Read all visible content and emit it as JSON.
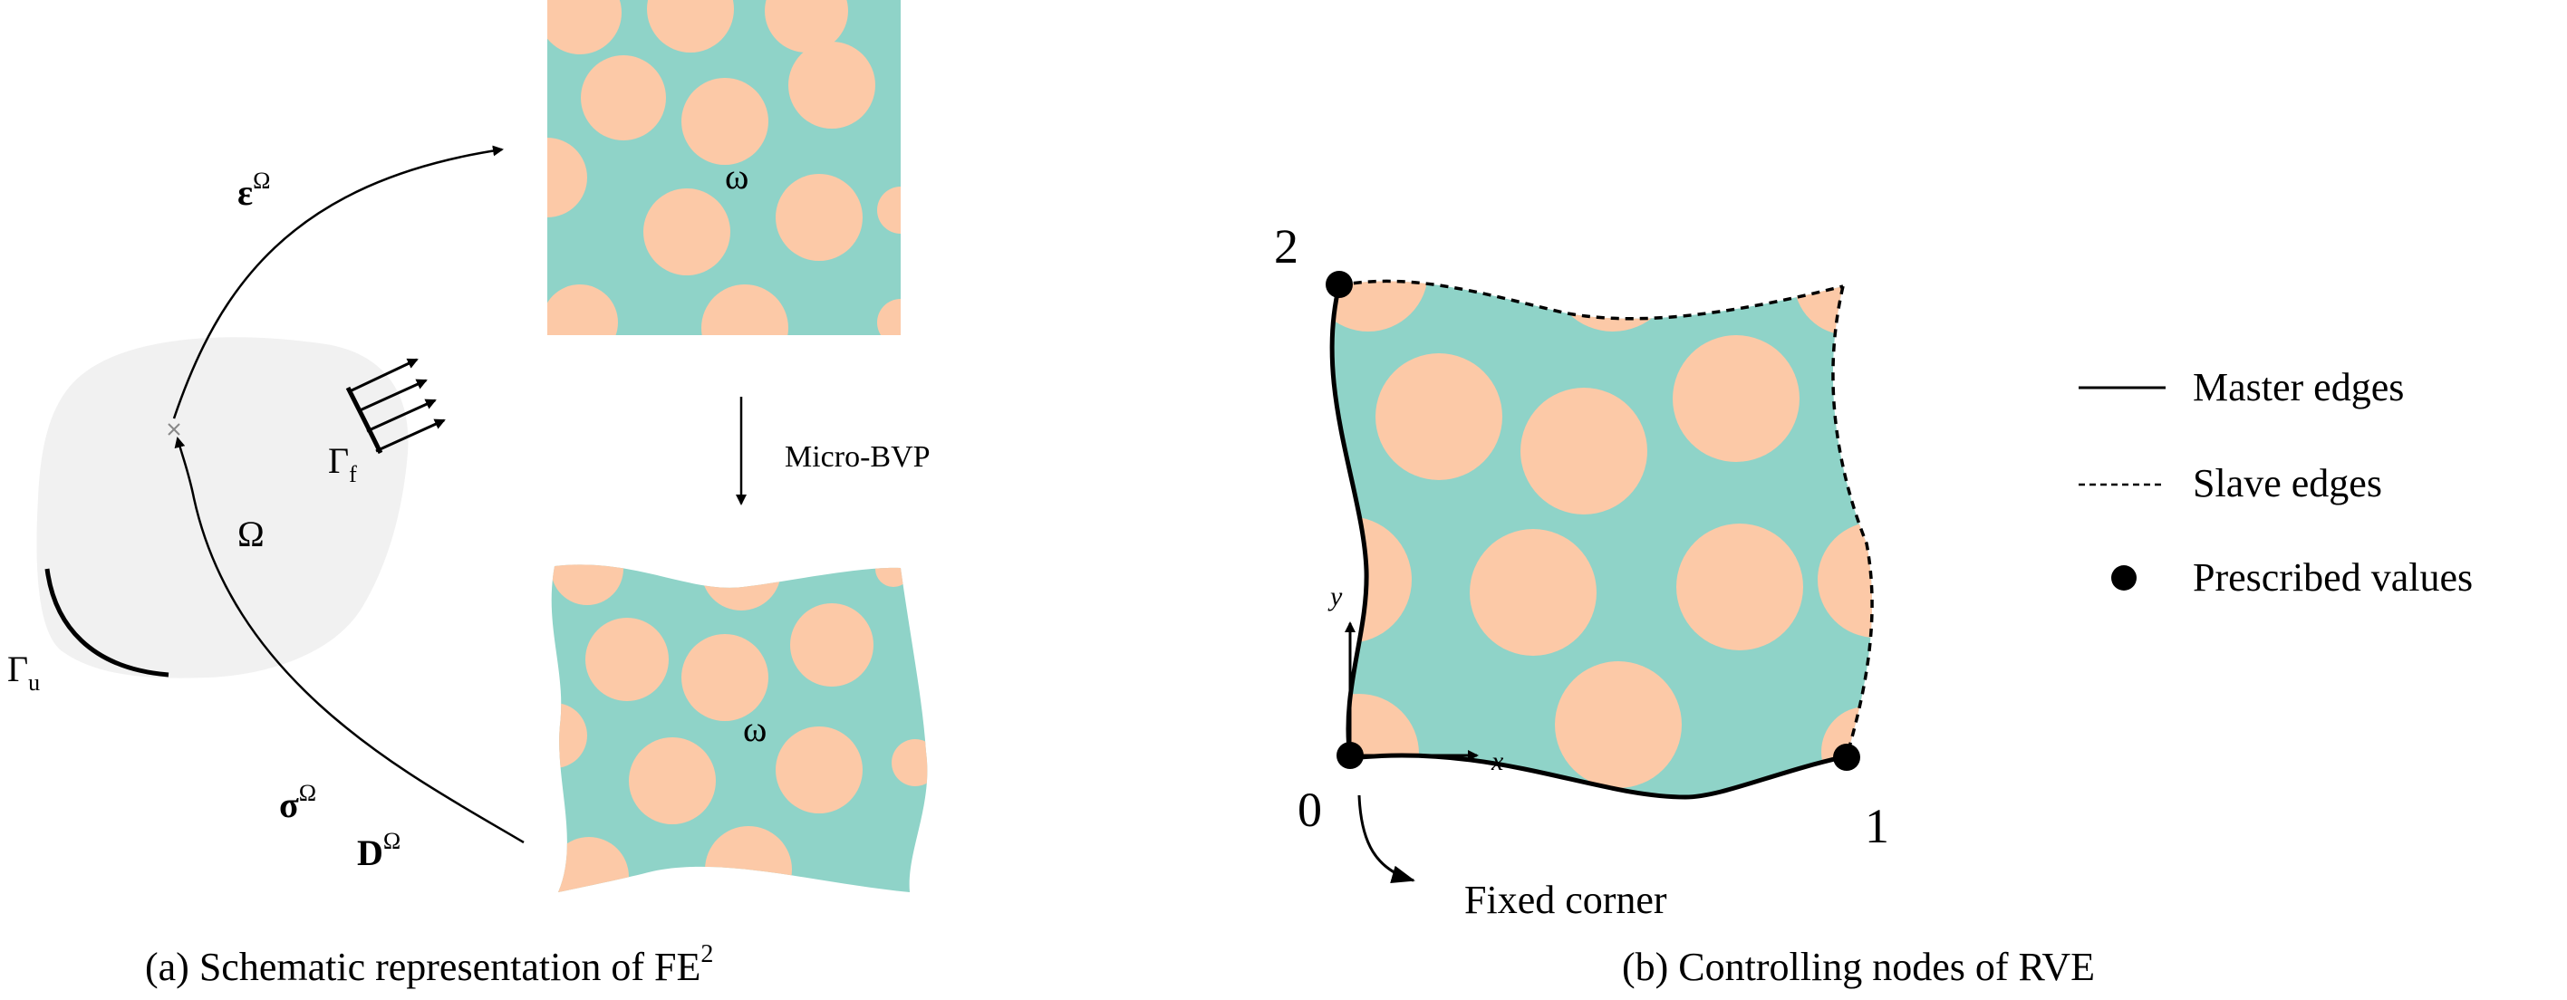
{
  "colors": {
    "matrix": "#8fd3c8",
    "inclusion": "#fcc9a7",
    "domain": "#f1f1f1",
    "line": "#000000"
  },
  "panel_a": {
    "caption": "(a) Schematic representation of FE",
    "caption_sup": "2",
    "domain_label": "Ω",
    "gamma_u": {
      "main": "Γ",
      "sub": "u"
    },
    "gamma_f": {
      "main": "Γ",
      "sub": "f"
    },
    "strain": {
      "main": "ε",
      "sup": "Ω"
    },
    "stress": {
      "main": "σ",
      "sup": "Ω"
    },
    "tangent": {
      "main": "D",
      "sup": "Ω"
    },
    "micro_bvp": "Micro-BVP",
    "omega_top": "ω",
    "omega_bottom": "ω"
  },
  "panel_b": {
    "caption": "(b) Controlling nodes of RVE",
    "node_0": "0",
    "node_1": "1",
    "node_2": "2",
    "axis_x": "x",
    "axis_y": "y",
    "fixed_corner": "Fixed corner"
  },
  "legend": {
    "master": "Master edges",
    "slave": "Slave edges",
    "prescribed": "Prescribed values"
  }
}
